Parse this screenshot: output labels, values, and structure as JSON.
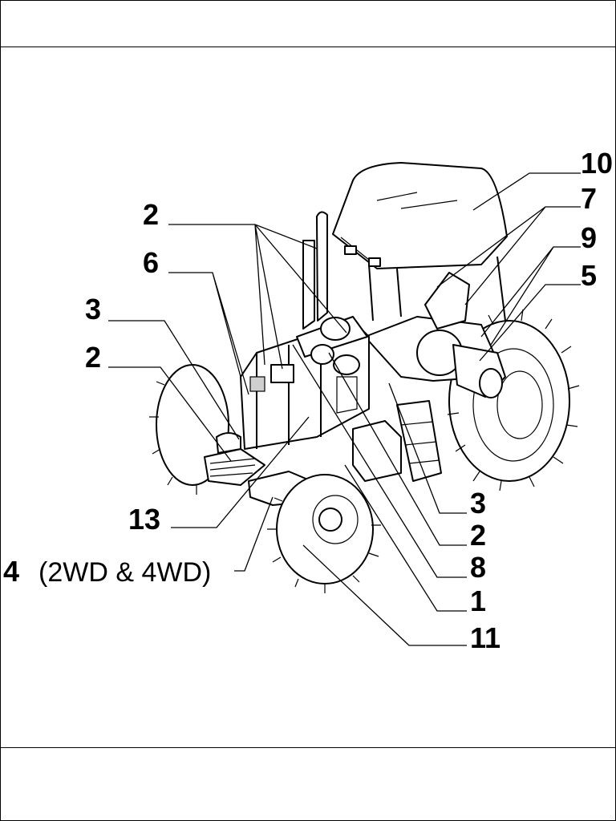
{
  "callouts": {
    "c10": "10",
    "c7": "7",
    "c9": "9",
    "c5": "5",
    "c2a": "2",
    "c6": "6",
    "c3a": "3",
    "c2b": "2",
    "c13": "13",
    "c4": "4",
    "c4_note": "(2WD & 4WD)",
    "c3b": "3",
    "c2c": "2",
    "c8": "8",
    "c1": "1",
    "c11": "11"
  }
}
